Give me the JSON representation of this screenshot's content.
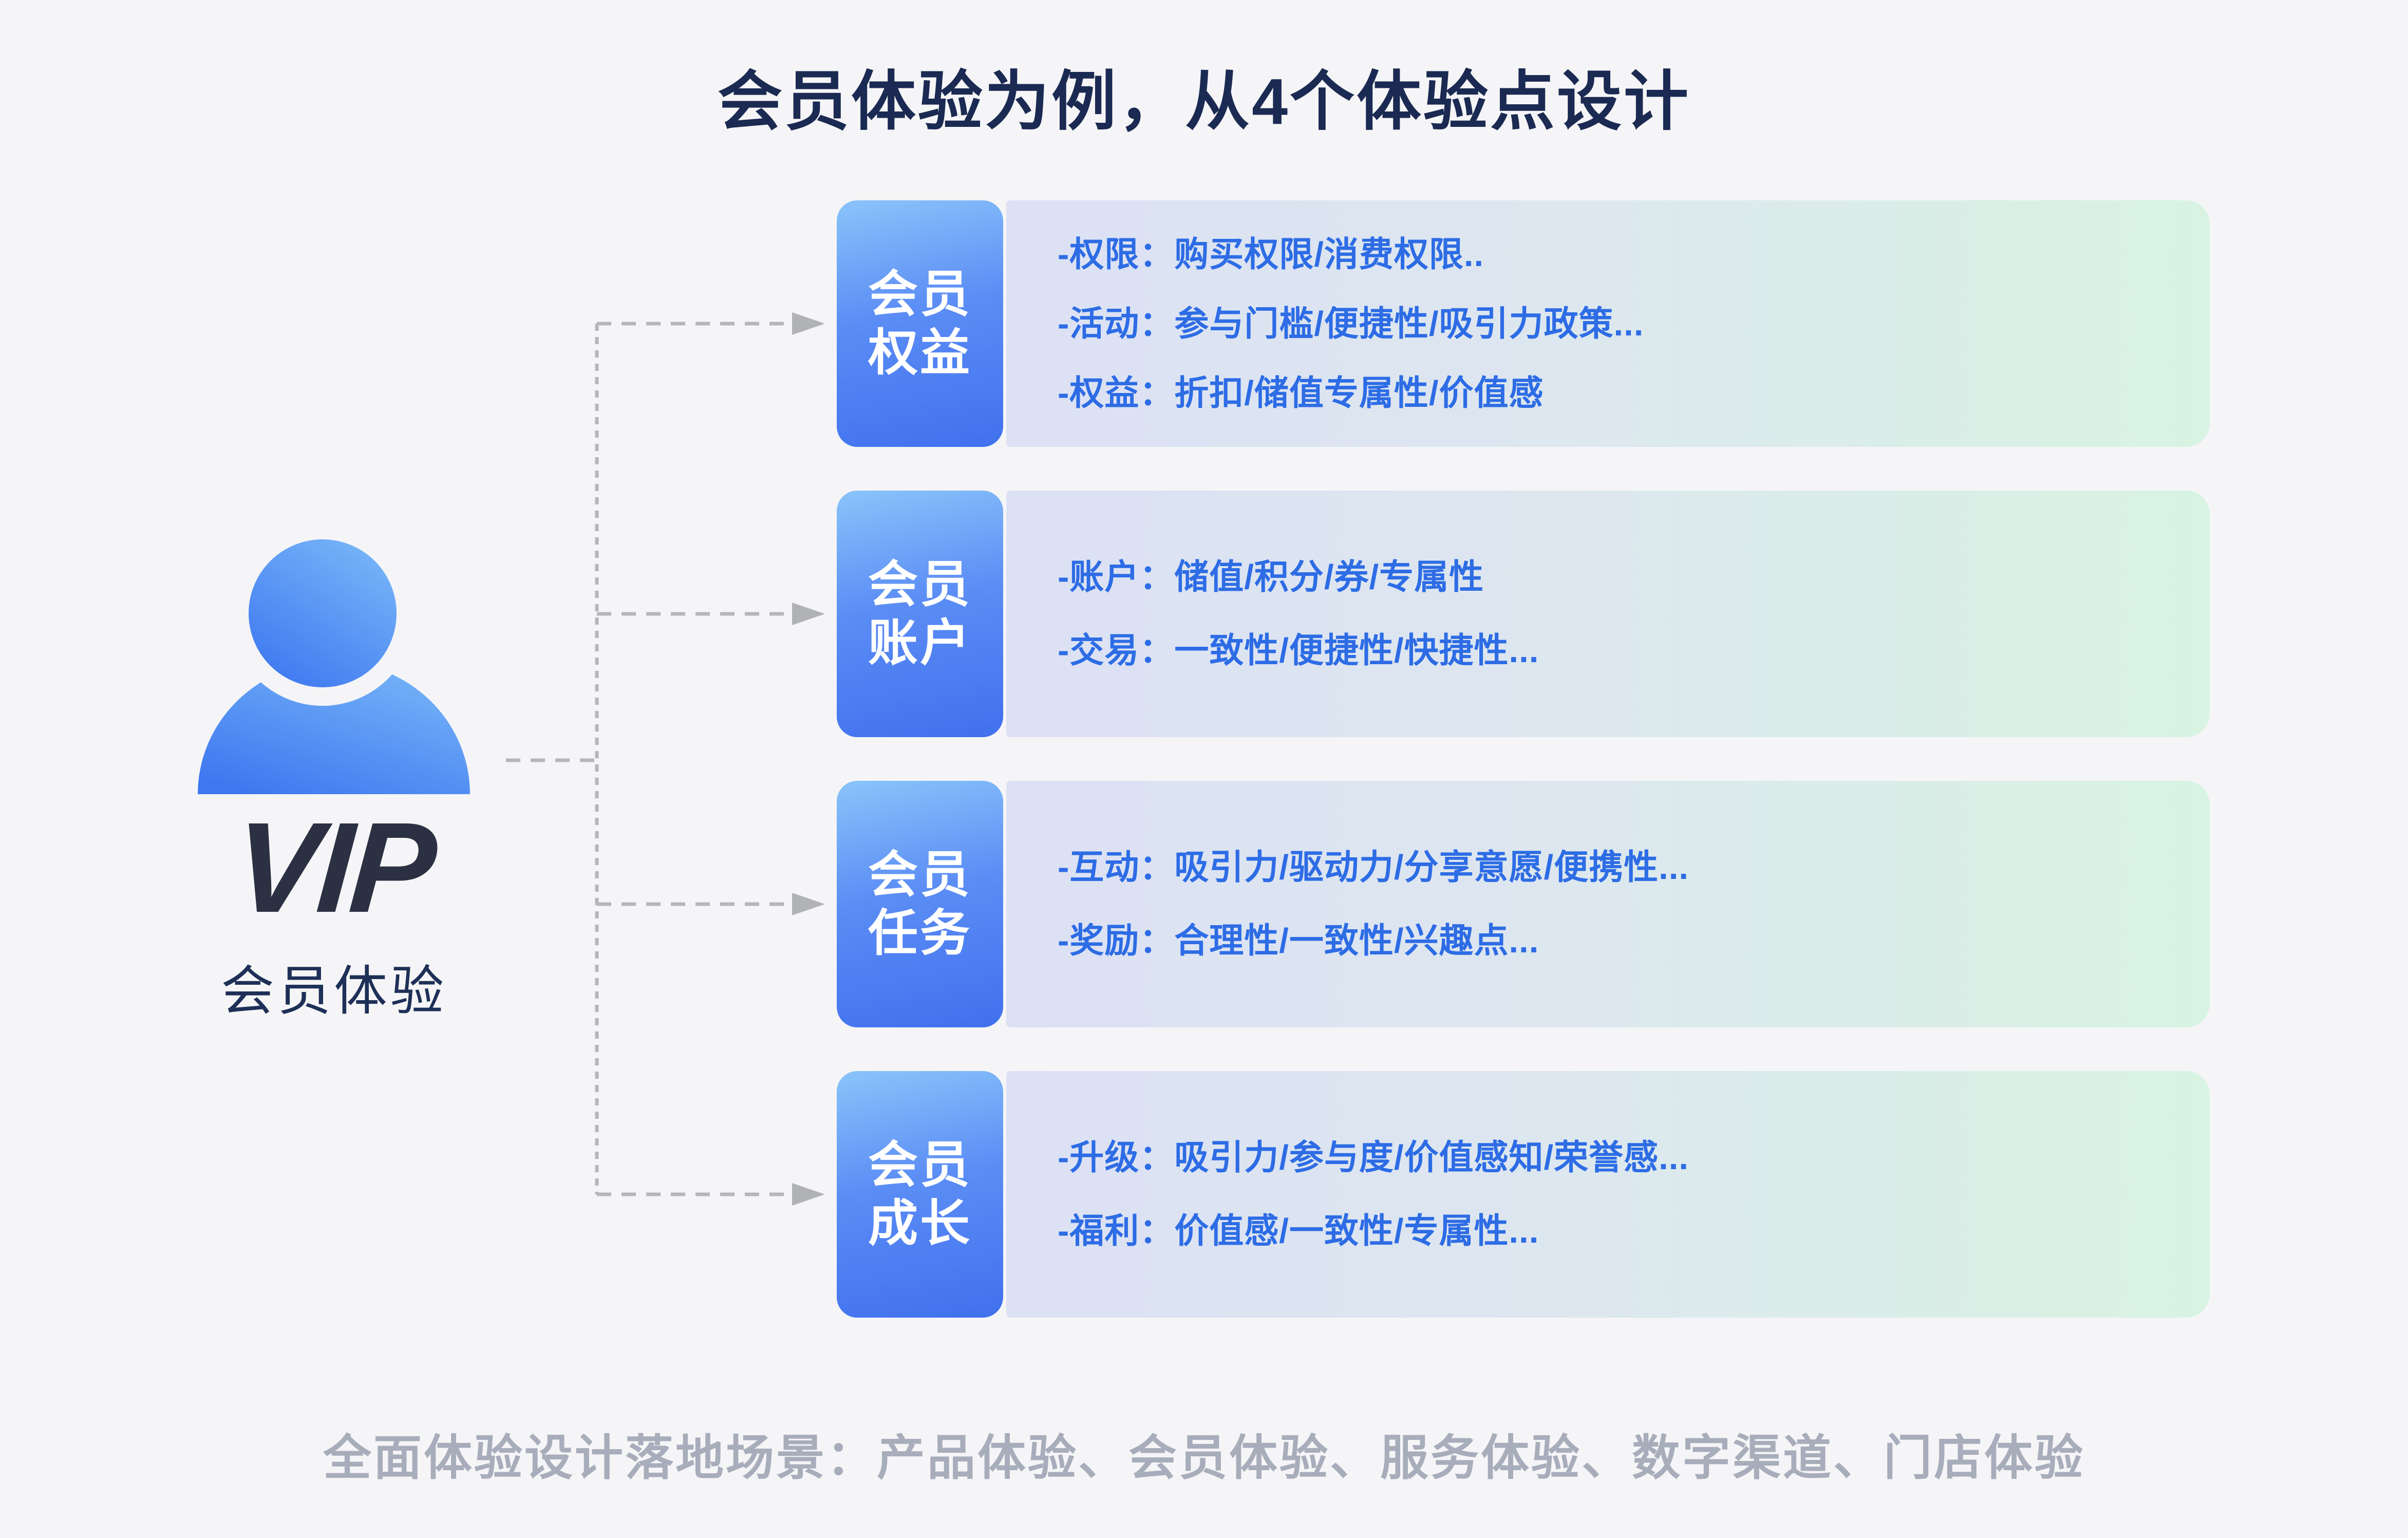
{
  "title": "会员体验为例，从4个体验点设计",
  "source": {
    "vip": "VIP",
    "label": "会员体验",
    "person_icon": "person-silhouette"
  },
  "rows": [
    {
      "label": "会员权益",
      "label_lines": [
        "会员",
        "权益"
      ],
      "points": [
        "-权限：购买权限/消费权限..",
        "-活动：参与门槛/便捷性/吸引力政策...",
        "-权益：折扣/储值专属性/价值感"
      ]
    },
    {
      "label": "会员账户",
      "label_lines": [
        "会员",
        "账户"
      ],
      "points": [
        "-账户：储值/积分/券/专属性",
        "-交易：一致性/便捷性/快捷性..."
      ]
    },
    {
      "label": "会员任务",
      "label_lines": [
        "会员",
        "任务"
      ],
      "points": [
        "-互动：吸引力/驱动力/分享意愿/便携性...",
        "-奖励：合理性/一致性/兴趣点..."
      ]
    },
    {
      "label": "会员成长",
      "label_lines": [
        "会员",
        "成长"
      ],
      "points": [
        "-升级：吸引力/参与度/价值感知/荣誉感...",
        "-福利：价值感/一致性/专属性..."
      ]
    }
  ],
  "footer": "全面体验设计落地场景：产品体验、会员体验、服务体验、数字渠道、门店体验",
  "colors": {
    "background": "#f5f5f7",
    "title_text": "#1b2a52",
    "vip_text": "#2b3142",
    "source_label_text": "#1e3057",
    "bullet_text": "#2d6ce5",
    "label_gradient_start": "#8ac4fa",
    "label_gradient_end": "#4170ee",
    "band_gradient_start": "#dce1f4",
    "band_gradient_end": "#d8f3e2",
    "person_gradient_start": "#79b7f8",
    "person_gradient_end": "#3e78f0",
    "connector_gray": "#b4b6b9",
    "footer_text": "#a8adbb"
  }
}
